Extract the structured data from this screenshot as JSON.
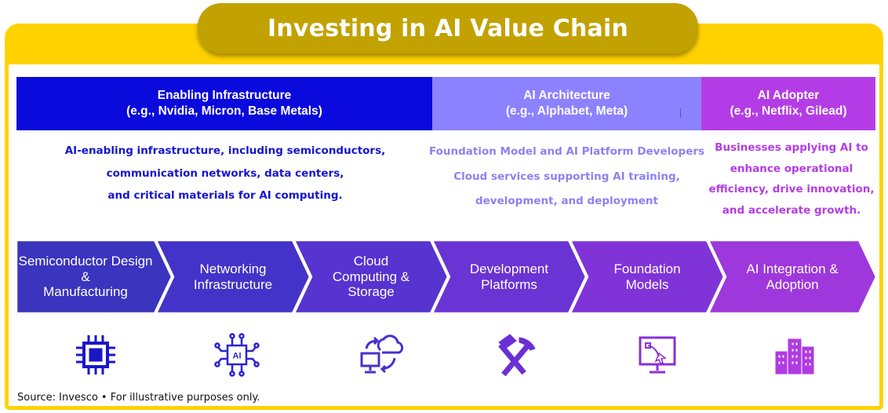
{
  "title": "Investing in AI Value Chain",
  "categories": [
    {
      "title": "Enabling Infrastructure",
      "examples": "(e.g., Nvidia, Micron, Base Metals)",
      "color": "#0A0ADC",
      "description": [
        "AI-enabling infrastructure, including semiconductors,",
        "communication networks, data centers,",
        "and critical materials for AI computing."
      ]
    },
    {
      "title": "AI Architecture",
      "examples": "(e.g., Alphabet, Meta)",
      "color": "#8C82FF",
      "description": [
        "Foundation Model and AI Platform Developers",
        "Cloud services supporting AI training,",
        "development, and deployment"
      ]
    },
    {
      "title": "AI Adopter",
      "examples": "(e.g., Netflix, Gilead)",
      "color": "#B43CE6",
      "description": [
        "Businesses applying AI to",
        "enhance operational",
        "efficiency, drive innovation,",
        "and accelerate growth."
      ]
    }
  ],
  "steps": [
    {
      "label_lines": [
        "Semiconductor Design &",
        "Manufacturing"
      ],
      "color": "#3A34BE",
      "icon": "chip-icon"
    },
    {
      "label_lines": [
        "Networking",
        "Infrastructure"
      ],
      "color": "#4433C8",
      "icon": "ai-circuit-icon"
    },
    {
      "label_lines": [
        "Cloud",
        "Computing &",
        "Storage"
      ],
      "color": "#5733CF",
      "icon": "cloud-sync-icon"
    },
    {
      "label_lines": [
        "Development",
        "Platforms"
      ],
      "color": "#6A33D4",
      "icon": "hammer-pick-icon"
    },
    {
      "label_lines": [
        "Foundation",
        "Models"
      ],
      "color": "#8034D8",
      "icon": "vector-monitor-icon"
    },
    {
      "label_lines": [
        "AI Integration &",
        "Adoption"
      ],
      "color": "#9E37DC",
      "icon": "buildings-icon"
    }
  ],
  "icon_colors": [
    "#1A16C8",
    "#2A25CF",
    "#4B2FD2",
    "#6A2FD6",
    "#8A30D9",
    "#B03BE2"
  ],
  "source": "Source: Invesco • For illustrative purposes only."
}
